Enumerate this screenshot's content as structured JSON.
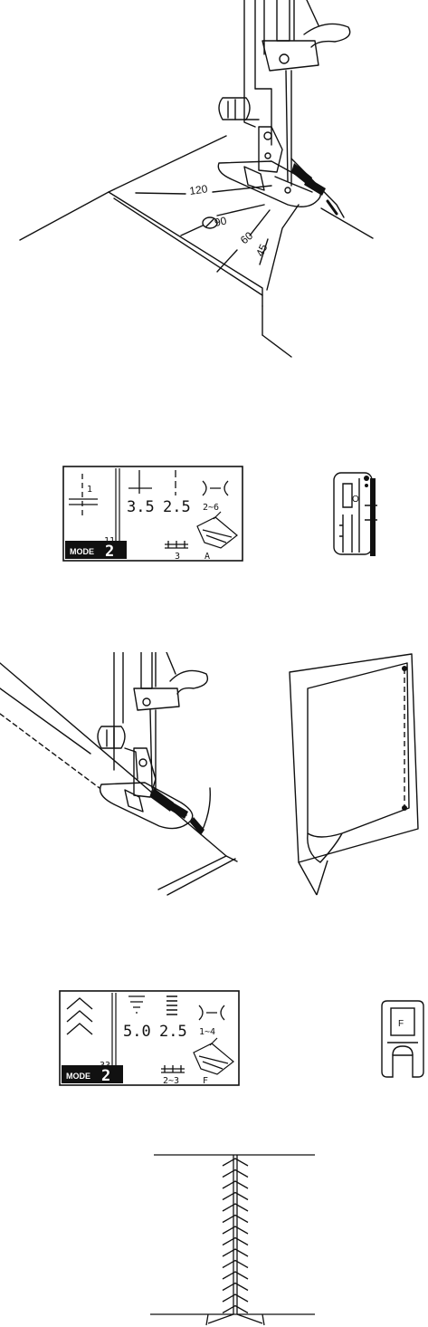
{
  "figure1": {
    "angle_labels": [
      "120",
      "90",
      "60",
      "45"
    ]
  },
  "display1": {
    "stitch_number": "11",
    "stitch_symbol_number": "1",
    "width_value": "3.5",
    "length_value": "2.5",
    "tension_range": "2~6",
    "mode_label": "MODE",
    "mode_number": "2",
    "feed_setting": "3",
    "foot_letter": "A"
  },
  "foot1": {
    "letter": "O"
  },
  "display2": {
    "stitch_number": "33",
    "width_value": "5.0",
    "length_value": "2.5",
    "tension_range": "1~4",
    "mode_label": "MODE",
    "mode_number": "2",
    "feed_setting": "2~3",
    "foot_letter": "F"
  },
  "foot2": {
    "letter": "F"
  }
}
